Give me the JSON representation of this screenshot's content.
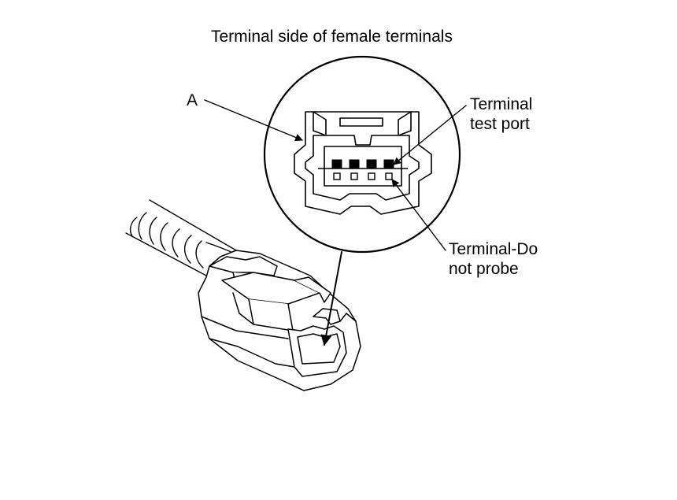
{
  "title": "Terminal side of female terminals",
  "callouts": {
    "connector": "A",
    "test_port": [
      "Terminal",
      "test port"
    ],
    "do_not_probe": [
      "Terminal-Do",
      "not probe"
    ]
  },
  "colors": {
    "ink": "#000000",
    "paper": "#ffffff"
  }
}
